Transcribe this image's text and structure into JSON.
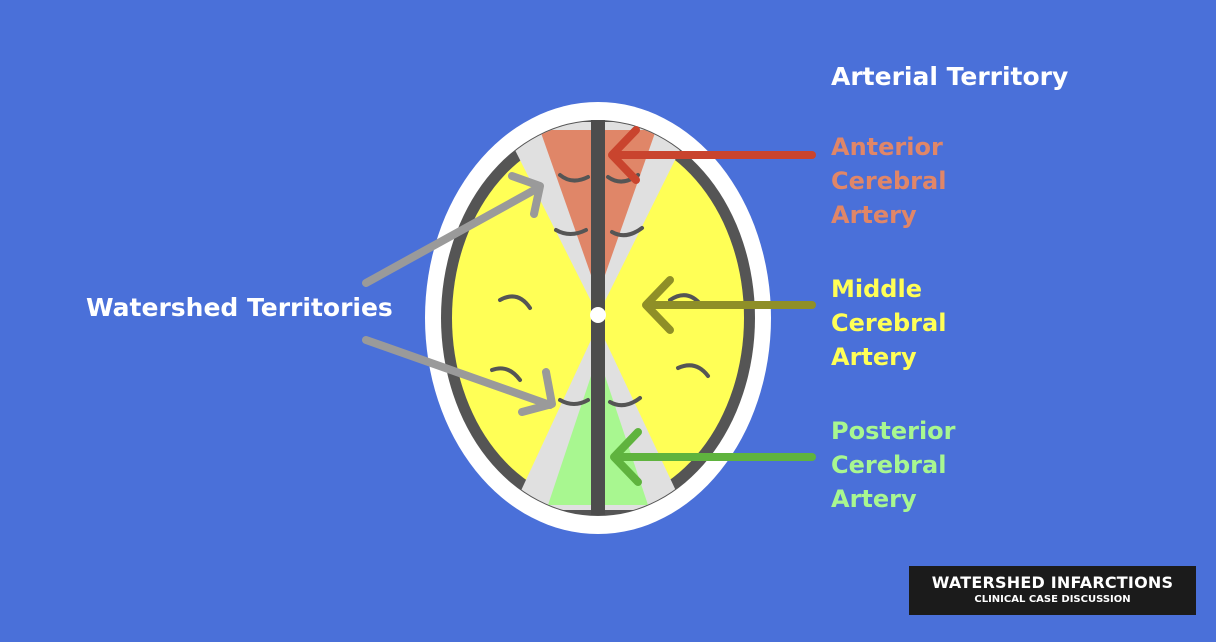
{
  "heading": "Arterial Territory",
  "arteries": {
    "anterior": {
      "lines": [
        "Anterior",
        "Cerebral",
        "Artery"
      ],
      "color": "#e08668"
    },
    "middle": {
      "lines": [
        "Middle",
        "Cerebral",
        "Artery"
      ],
      "color": "#ffff56"
    },
    "posterior": {
      "lines": [
        "Posterior",
        "Cerebral",
        "Artery"
      ],
      "color": "#a8f790"
    }
  },
  "watershed": {
    "label": "Watershed Territories",
    "color": "#9a9a9a"
  },
  "badge": {
    "title": "WATERSHED INFARCTIONS",
    "subtitle": "CLINICAL CASE DISCUSSION"
  },
  "colors": {
    "background": "#4a70d9",
    "skull": "#ffffff",
    "brain_base": "#555555",
    "watershed_fill": "#e0e0e0",
    "aca_arrow": "#c9442e",
    "mca_arrow": "#8f8f27",
    "pca_arrow": "#5fb33e"
  }
}
